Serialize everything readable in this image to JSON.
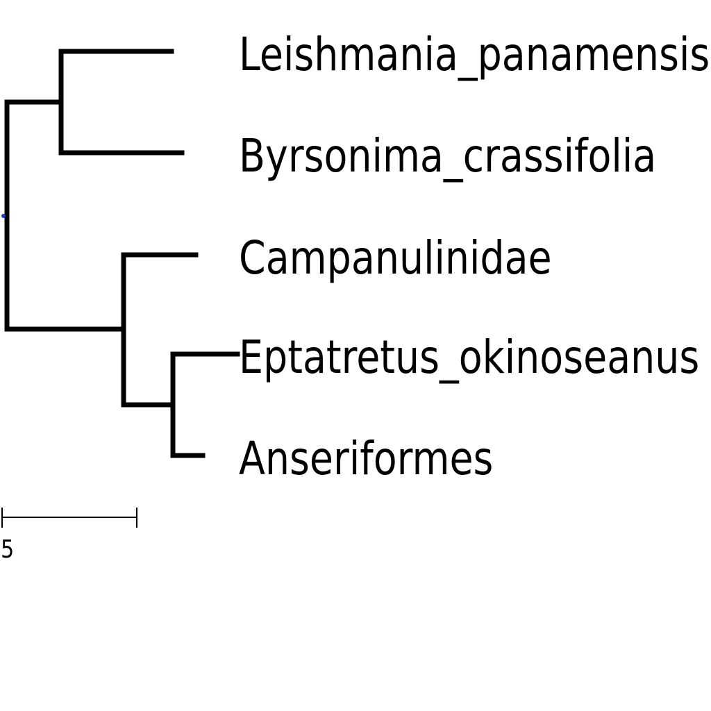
{
  "tree": {
    "branch_color": "#000000",
    "root_marker_color": "#1a3fb0",
    "leaves": [
      {
        "id": "leaf-1",
        "label": "Leishmania_panamensis"
      },
      {
        "id": "leaf-2",
        "label": "Byrsonima_crassifolia"
      },
      {
        "id": "leaf-3",
        "label": "Campanulinidae"
      },
      {
        "id": "leaf-4",
        "label": "Eptatretus_okinoseanus"
      },
      {
        "id": "leaf-5",
        "label": "Anseriformes"
      }
    ]
  },
  "scale_bar": {
    "label": "5"
  }
}
